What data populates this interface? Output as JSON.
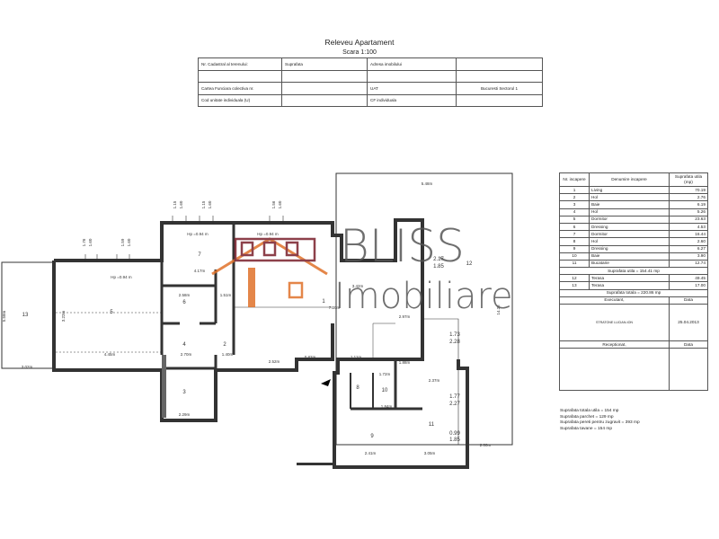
{
  "header": {
    "title": "Releveu Apartament",
    "scale": "Scara 1:100"
  },
  "cadastral_table": {
    "r1": [
      "Nr. Cadastral al terenului:",
      "Suprafata",
      "Adresa imobilului",
      ""
    ],
    "r3": [
      "Cartea Funciara colectiva nr.",
      "",
      "UAT",
      "Bucuresti Sectorul 1"
    ],
    "r4": [
      "Cod unitate individuala (U)",
      "",
      "CF individuala",
      ""
    ]
  },
  "rooms_table": {
    "header_nr": "Nr. incapere",
    "header_name": "Denumire incapere",
    "header_area": "Suprafata utila (mp)",
    "rows": [
      {
        "nr": "1",
        "name": "Living",
        "area": "70.19"
      },
      {
        "nr": "2",
        "name": "Hol",
        "area": "2.76"
      },
      {
        "nr": "3",
        "name": "Baie",
        "area": "6.19"
      },
      {
        "nr": "4",
        "name": "Hol",
        "area": "5.26"
      },
      {
        "nr": "5",
        "name": "Dormitor",
        "area": "23.63"
      },
      {
        "nr": "6",
        "name": "Dressing",
        "area": "4.53"
      },
      {
        "nr": "7",
        "name": "Dormitor",
        "area": "16.44"
      },
      {
        "nr": "8",
        "name": "Hol",
        "area": "2.60"
      },
      {
        "nr": "9",
        "name": "Dressing",
        "area": "6.27"
      },
      {
        "nr": "10",
        "name": "Baie",
        "area": "3.90"
      },
      {
        "nr": "11",
        "name": "Bucatarie",
        "area": "12.74"
      }
    ],
    "useful_total": "Suprafata utila = 154.41 mp",
    "terraces": [
      {
        "nr": "12",
        "name": "Terasa",
        "area": "49.45"
      },
      {
        "nr": "13",
        "name": "Terasa",
        "area": "17.00"
      }
    ],
    "grand_total": "Suprafata totala = 220.86 mp",
    "executant_label": "Executant,",
    "date_label": "Data",
    "executant_name": "STRATONE LUCIAN-ION",
    "executant_date": "25.04.2013",
    "receptionat_label": "Receptionat,",
    "date_label_2": "Data"
  },
  "totals": {
    "line1": "Suprafata totala utila = 154  mp",
    "line2": "Suprafata parchet = 129  mp",
    "line3": "Suprafata pereti pentru zugravit = 393 mp",
    "line4": "Suprafata tavane = 154 mp"
  },
  "watermark": {
    "line1": "BLISS",
    "line2": "Imobiliare",
    "color_dark": "#7a1f2b",
    "color_orange": "#e0722a"
  },
  "plan": {
    "room_numbers": [
      "13",
      "5",
      "7",
      "6",
      "4",
      "2",
      "3",
      "1",
      "12",
      "8",
      "10",
      "9",
      "11"
    ],
    "dims": {
      "d_558": "5.58m",
      "d_302": "3.02m",
      "d_445": "4.45m",
      "d_322": "3.22m",
      "d_417": "4.17m",
      "d_258": "2.58m",
      "d_151": "1.51m",
      "d_270": "2.70m",
      "d_140": "1.40m",
      "d_252": "2.52m",
      "d_082": "0.82m",
      "d_229": "2.29m",
      "d_548": "5.48m",
      "d_720": "7.20m",
      "d_342": "3.42m",
      "d_297": "2.97m",
      "d_111": "1.11m",
      "d_188": "1.88m",
      "d_172": "1.72m",
      "d_184": "1.84m",
      "d_237": "2.37m",
      "d_241": "2.41m",
      "d_305": "3.05m",
      "d_200": "2.00m",
      "d_1426": "14.26",
      "hp1": "Hp =0.94 m",
      "hp2": "Hp =0.94 m",
      "hp3": "Hp =0.94 m",
      "w1a": "1.15",
      "w1b": "1.60",
      "w2a": "1.15",
      "w2b": "1.60",
      "w3a": "1.56",
      "w3b": "1.60",
      "w4a": "1.76",
      "w4b": "1.60",
      "w5a": "1.59",
      "w5b": "1.60",
      "win_r1a": "1.73",
      "win_r1b": "2.28",
      "win_r2a": "1.77",
      "win_r2b": "2.27",
      "win_r3a": "0.99",
      "win_r3b": "1.85",
      "win_t1": "2.17",
      "win_t2": "1.85"
    }
  }
}
